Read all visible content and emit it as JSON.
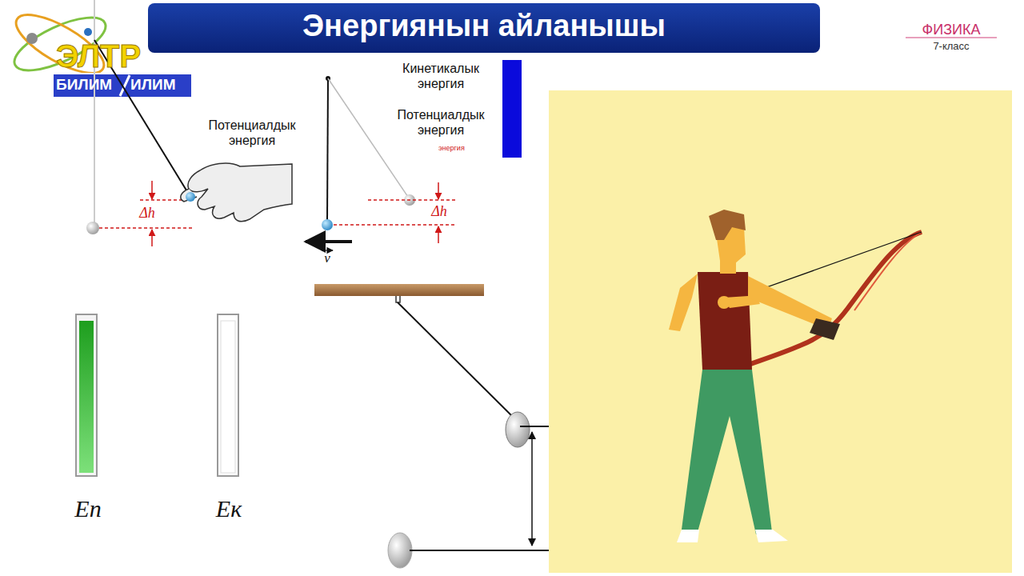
{
  "diagram": {
    "title": "Энергиянын айланышы",
    "labels": [
      "ЭЛТР",
      "БИЛИМ",
      "ИЛИМ",
      "ФИЗИКА",
      "7-класс",
      "Потенциалдык энергия",
      "Кинетикалык энергия",
      "Потенциалдык энергия",
      "энергия",
      "Δh",
      "Δh",
      "v",
      "Eп",
      "Eк"
    ]
  }
}
